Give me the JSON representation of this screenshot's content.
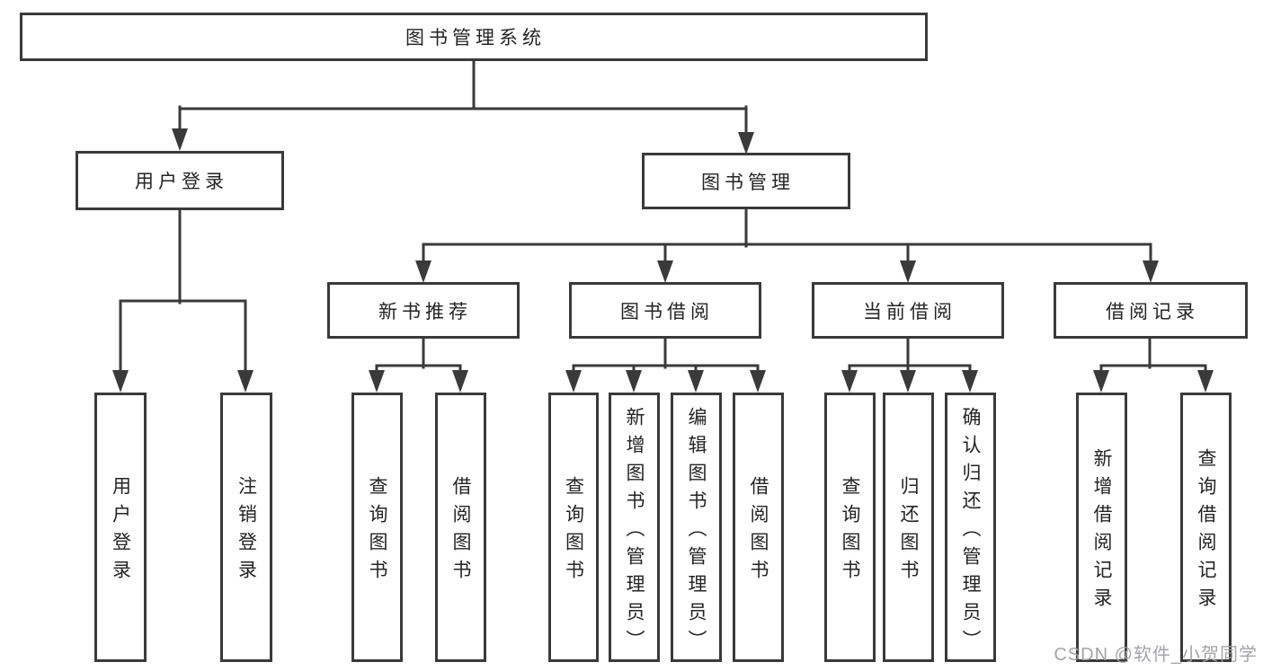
{
  "tree": {
    "root": {
      "label": "图书管理系统",
      "children": [
        {
          "label": "用户登录",
          "children": [
            {
              "label": "用户登录"
            },
            {
              "label": "注销登录"
            }
          ]
        },
        {
          "label": "图书管理",
          "children": [
            {
              "label": "新书推荐",
              "children": [
                {
                  "label": "查询图书"
                },
                {
                  "label": "借阅图书"
                }
              ]
            },
            {
              "label": "图书借阅",
              "children": [
                {
                  "label": "查询图书"
                },
                {
                  "label": "新增图书（管理员）"
                },
                {
                  "label": "编辑图书（管理员）"
                },
                {
                  "label": "借阅图书"
                }
              ]
            },
            {
              "label": "当前借阅",
              "children": [
                {
                  "label": "查询图书"
                },
                {
                  "label": "归还图书"
                },
                {
                  "label": "确认归还（管理员）"
                }
              ]
            },
            {
              "label": "借阅记录",
              "children": [
                {
                  "label": "新增借阅记录"
                },
                {
                  "label": "查询借阅记录"
                }
              ]
            }
          ]
        }
      ]
    }
  },
  "watermark": {
    "text": "CSDN @软件_小贺同学"
  },
  "colors": {
    "line": "#3a3a3a",
    "box_border": "#3a3a3a",
    "box_background": "#ffffff",
    "text": "#242424",
    "watermark": "#9ea0a6",
    "page_background": "#ffffff"
  }
}
